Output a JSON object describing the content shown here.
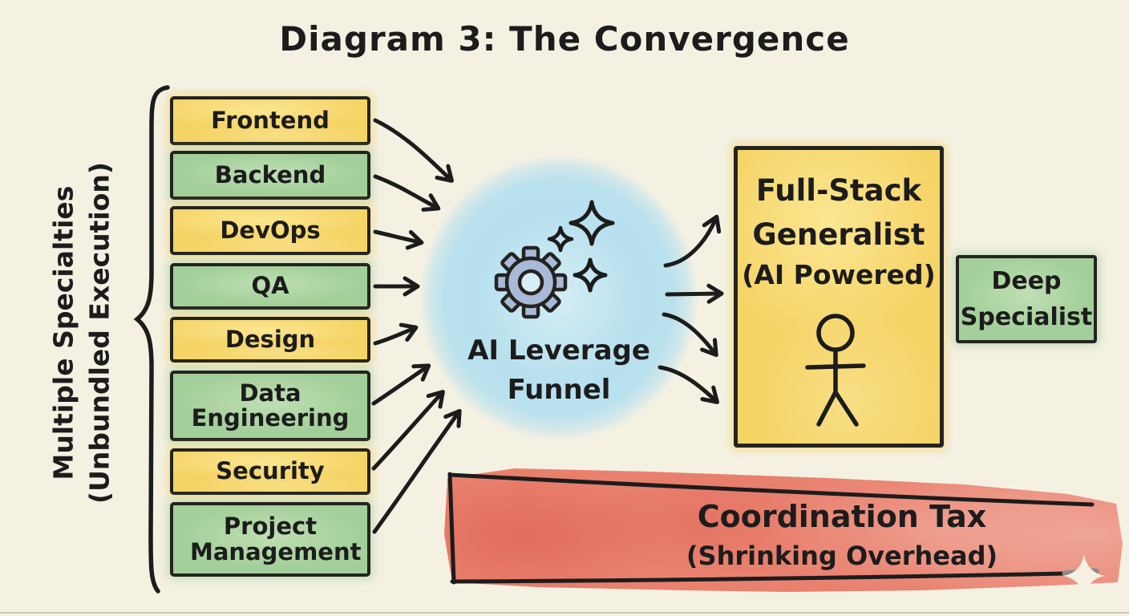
{
  "title": "Diagram 3: The Convergence",
  "left_group": {
    "brace_icon": "curly-brace-icon",
    "label_line1": "Multiple Specialties",
    "label_line2": "(Unbundled Execution)",
    "items": [
      {
        "label": "Frontend",
        "tone": "yellow"
      },
      {
        "label": "Backend",
        "tone": "green"
      },
      {
        "label": "DevOps",
        "tone": "yellow"
      },
      {
        "label": "QA",
        "tone": "green"
      },
      {
        "label": "Design",
        "tone": "yellow"
      },
      {
        "label": "Data Engineering",
        "tone": "green"
      },
      {
        "label": "Security",
        "tone": "yellow"
      },
      {
        "label": "Project Management",
        "tone": "green"
      }
    ]
  },
  "funnel": {
    "label_line1": "AI Leverage",
    "label_line2": "Funnel",
    "icons": [
      "gear-icon",
      "sparkle-icon"
    ]
  },
  "generalist": {
    "title_line1": "Full-Stack",
    "title_line2": "Generalist",
    "subtitle": "(AI Powered)",
    "icon": "stick-figure-icon",
    "tone": "yellow"
  },
  "specialist": {
    "label_line1": "Deep",
    "label_line2": "Specialist",
    "tone": "green"
  },
  "banner": {
    "title": "Coordination Tax",
    "subtitle": "(Shrinking Overhead)",
    "tone": "red"
  },
  "colors": {
    "background": "#f4f1e3",
    "ink": "#1c1c1c",
    "specialty_yellow": "#f5d466",
    "specialty_green": "#a3cf9a",
    "funnel_blue": "#b8e0ee",
    "banner_red": "#e9816f",
    "gear_fill": "#a9bad8"
  }
}
